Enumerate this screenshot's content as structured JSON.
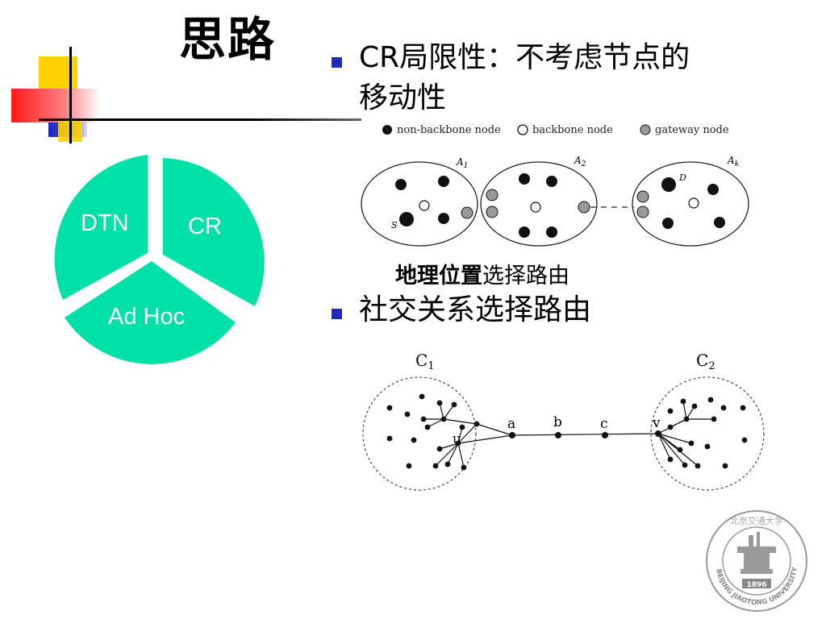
{
  "slide": {
    "title": "思路",
    "bullets": [
      {
        "text": "CR局限性：不考虑节点的移动性",
        "line1": "CR局限性：不考虑节点的",
        "line2": "移动性"
      },
      {
        "text": "社交关系选择路由"
      }
    ],
    "caption_geo": {
      "bold_part": "地理位置",
      "normal_part": "选择路由"
    }
  },
  "pie": {
    "segments": [
      "DTN",
      "CR",
      "Ad Hoc"
    ],
    "color": "#00e0a8"
  },
  "geo_figure": {
    "legend": [
      "non-backbone node",
      "backbone node",
      "gateway node"
    ],
    "areas": [
      "A1",
      "A2",
      "Ak"
    ],
    "node_labels": [
      "S",
      "D"
    ]
  },
  "social_figure": {
    "communities": [
      "C1",
      "C2"
    ],
    "path_nodes": [
      "a",
      "b",
      "c"
    ],
    "endpoints": [
      "u",
      "v"
    ]
  },
  "logo": {
    "year": "1896",
    "university": "BEIJING JIAOTONG UNIVERSITY"
  },
  "colors": {
    "accent_blue": "#1f2bbf",
    "accent_yellow": "#ffd200",
    "accent_red": "#ff2020",
    "pie": "#00e0a8"
  }
}
